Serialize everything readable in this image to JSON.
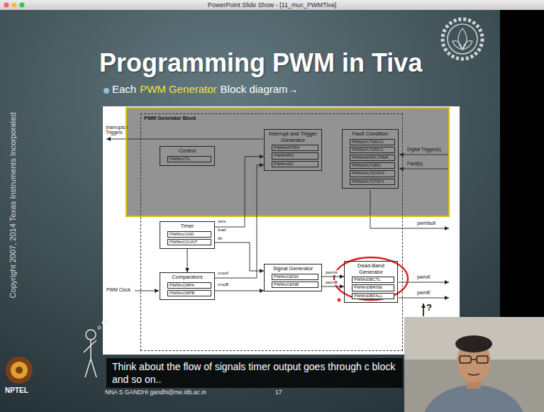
{
  "diagram": {
    "title": "Programming PWM in Tiva",
    "nodes": [
      {
        "text": [
          "PWM Generator Block"
        ]
      },
      {
        "text": [
          "Control"
        ],
        "in": 0
      },
      {
        "text": [
          "PWMnCTL"
        ],
        "in": 1
      },
      {
        "text": [
          "Interrupt and Trigger Generator"
        ],
        "in": 0
      },
      {
        "text": [
          "PWMnINTEN"
        ],
        "in": 3
      },
      {
        "text": [
          "PWMnRIS"
        ],
        "in": 3
      },
      {
        "text": [
          "PWMnISC"
        ],
        "in": 3
      },
      {
        "text": [
          "Fault Condition"
        ],
        "in": 0
      },
      {
        "text": [
          "PWMnFLTSRC0"
        ],
        "in": 7
      },
      {
        "text": [
          "PWMnFLTSRC1"
        ],
        "in": 7
      },
      {
        "text": [
          "PWMnMINFLTPER"
        ],
        "in": 7
      },
      {
        "text": [
          "PWMnFLTSEN"
        ],
        "in": 7
      },
      {
        "text": [
          "PWMnFLTSTAT0"
        ],
        "in": 7
      },
      {
        "text": [
          "PWMnFLTSTAT1"
        ],
        "in": 7
      },
      {
        "text": [
          "Timer"
        ],
        "in": 0
      },
      {
        "text": [
          "PWMnLOAD"
        ],
        "in": 14
      },
      {
        "text": [
          "PWMnCOUNT"
        ],
        "in": 14
      },
      {
        "text": [
          "Comparators"
        ],
        "in": 0
      },
      {
        "text": [
          "PWMnCMPA"
        ],
        "in": 17
      },
      {
        "text": [
          "PWMnCMPB"
        ],
        "in": 17
      },
      {
        "text": [
          "Signal Generator"
        ],
        "in": 0
      },
      {
        "text": [
          "PWMnGENA"
        ],
        "in": 20
      },
      {
        "text": [
          "PWMnGENB"
        ],
        "in": 20
      },
      {
        "text": [
          "Dead-Band Generator"
        ],
        "in": 0
      },
      {
        "text": [
          "PWMnDBCTL"
        ],
        "in": 23
      },
      {
        "text": [
          "PWMnDBRISE"
        ],
        "in": 23
      },
      {
        "text": [
          "PWMnDBFALL"
        ],
        "in": 23
      },
      {
        "text": [
          "Think about the flow of signals timer output goes through c block and so on.."
        ]
      }
    ],
    "edges": [
      {
        "from": 14,
        "to": 17,
        "arrow": "to"
      },
      {
        "from": 14,
        "to": 3,
        "arrow": "to"
      },
      {
        "from": 14,
        "to": 20,
        "arrow": "to"
      },
      {
        "from": 17,
        "to": 3,
        "arrow": "to"
      },
      {
        "from": 17,
        "to": 20,
        "arrow": "to"
      },
      {
        "from": 20,
        "to": 23,
        "label": "pwmA",
        "arrow": "to"
      },
      {
        "from": 20,
        "to": 23,
        "label": "pwmB",
        "arrow": "to"
      }
    ],
    "labels": [
      "PowerPoint Slide Show - [11_muc_PWMTiva]",
      "Each",
      "PWM Generator",
      "Block diagram→",
      "Copyright 2007, 2014 Texas Instruments Incorporated",
      "Interrupts / Triggers",
      "Digital Trigger(s)",
      "Fault(s)",
      "zero",
      "load",
      "dir",
      "cmpA",
      "cmpB",
      "pwmfault",
      "pwmA'",
      "pwmB'",
      "PWM Clock",
      "?",
      "NNA S GANDHI gandhi@me.iitb.ac.in",
      "17",
      "NPTEL"
    ]
  }
}
